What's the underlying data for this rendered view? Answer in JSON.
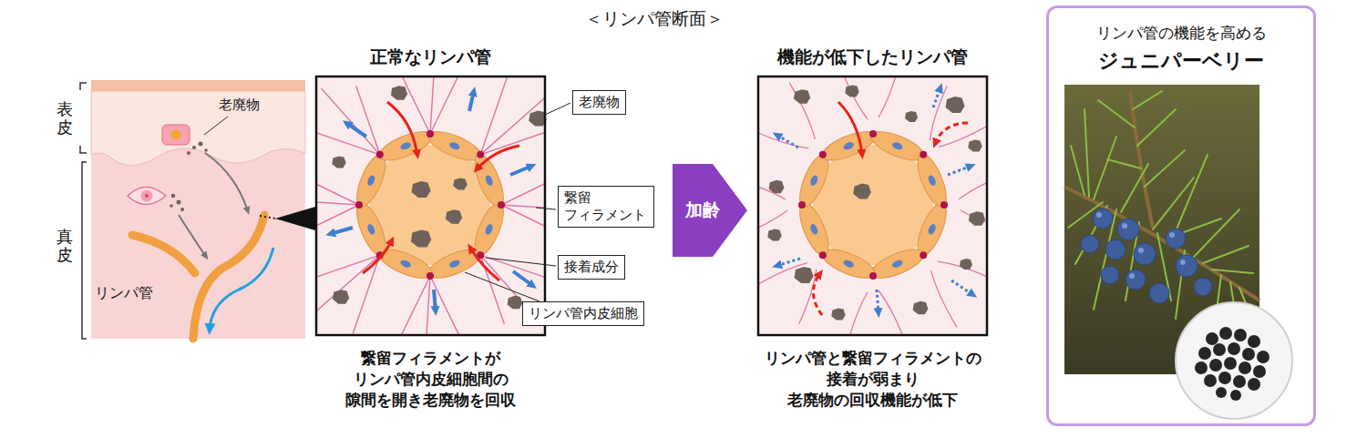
{
  "diagram": {
    "title": "＜リンパ管断面＞",
    "nodes": [
      {
        "text": [
          "正常なリンパ管",
          "繋留フィラメントが リンパ管内皮細胞間の 隙間を開き老廃物を回収"
        ]
      },
      {
        "text": [
          "老廃物"
        ]
      },
      {
        "text": [
          "繋留 フィラメント"
        ]
      },
      {
        "text": [
          "接着成分"
        ]
      },
      {
        "text": [
          "リンパ管内皮細胞"
        ]
      },
      {
        "text": [
          "加齢"
        ]
      },
      {
        "text": [
          "機能が低下したリンパ管",
          "リンパ管と繋留フィラメントの 接着が弱まり 老廃物の回収機能が低下"
        ]
      },
      {
        "text": [
          "リンパ管の機能を高める",
          "ジュニパーベリー"
        ]
      }
    ],
    "labels": [
      "表皮",
      "真皮",
      "老廃物",
      "リンパ管"
    ]
  }
}
